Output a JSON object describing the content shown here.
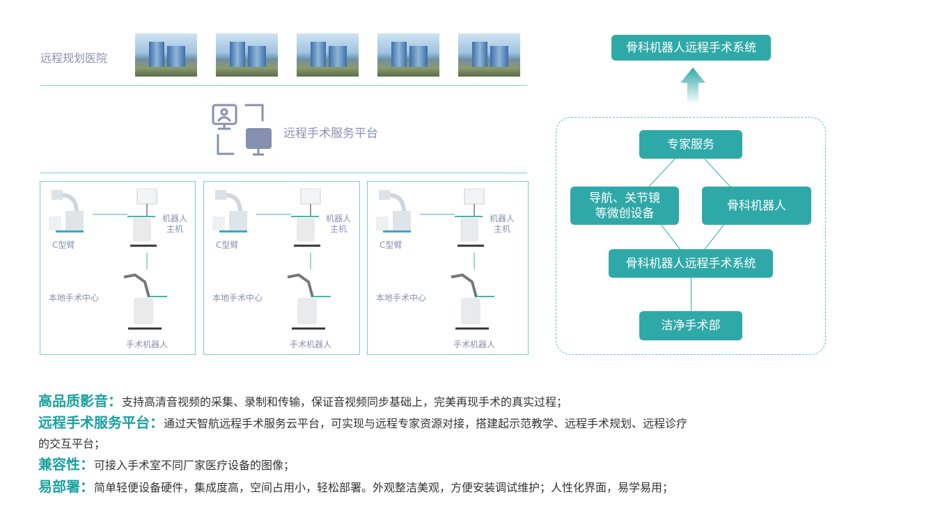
{
  "left": {
    "remote_hospital_label": "远程规划医院",
    "platform_label": "远程手术服务平台",
    "local_centers": [
      {
        "c_arm": "C型臂",
        "host": "机器人\n主机",
        "center": "本地手术中心",
        "robot": "手术机器人"
      },
      {
        "c_arm": "C型臂",
        "host": "机器人\n主机",
        "center": "本地手术中心",
        "robot": "手术机器人"
      },
      {
        "c_arm": "C型臂",
        "host": "机器人\n主机",
        "center": "本地手术中心",
        "robot": "手术机器人"
      }
    ]
  },
  "right": {
    "top_node": "骨科机器人远程手术系统",
    "expert": "专家服务",
    "nav": "导航、关节镜\n等微创设备",
    "ortho_robot": "骨科机器人",
    "system": "骨科机器人远程手术系统",
    "clean_room": "洁净手术部"
  },
  "features": [
    {
      "title": "高品质影音：",
      "text": "支持高清音视频的采集、录制和传输，保证音视频同步基础上，完美再现手术的真实过程；"
    },
    {
      "title": "远程手术服务平台：",
      "text": "通过天智航远程手术服务云平台，可实现与远程专家资源对接，搭建起示范教学、远程手术规划、远程诊疗",
      "text2": "的交互平台；"
    },
    {
      "title": "兼容性：",
      "text": "可接入手术室不同厂家医疗设备的图像；"
    },
    {
      "title": "易部署：",
      "text": "简单轻便设备硬件，集成度高，空间占用小，轻松部署。外观整洁美观，方便安装调试维护；人性化界面，易学易用；"
    }
  ],
  "colors": {
    "accent": "#2fa9a8",
    "label": "#8890b0"
  }
}
